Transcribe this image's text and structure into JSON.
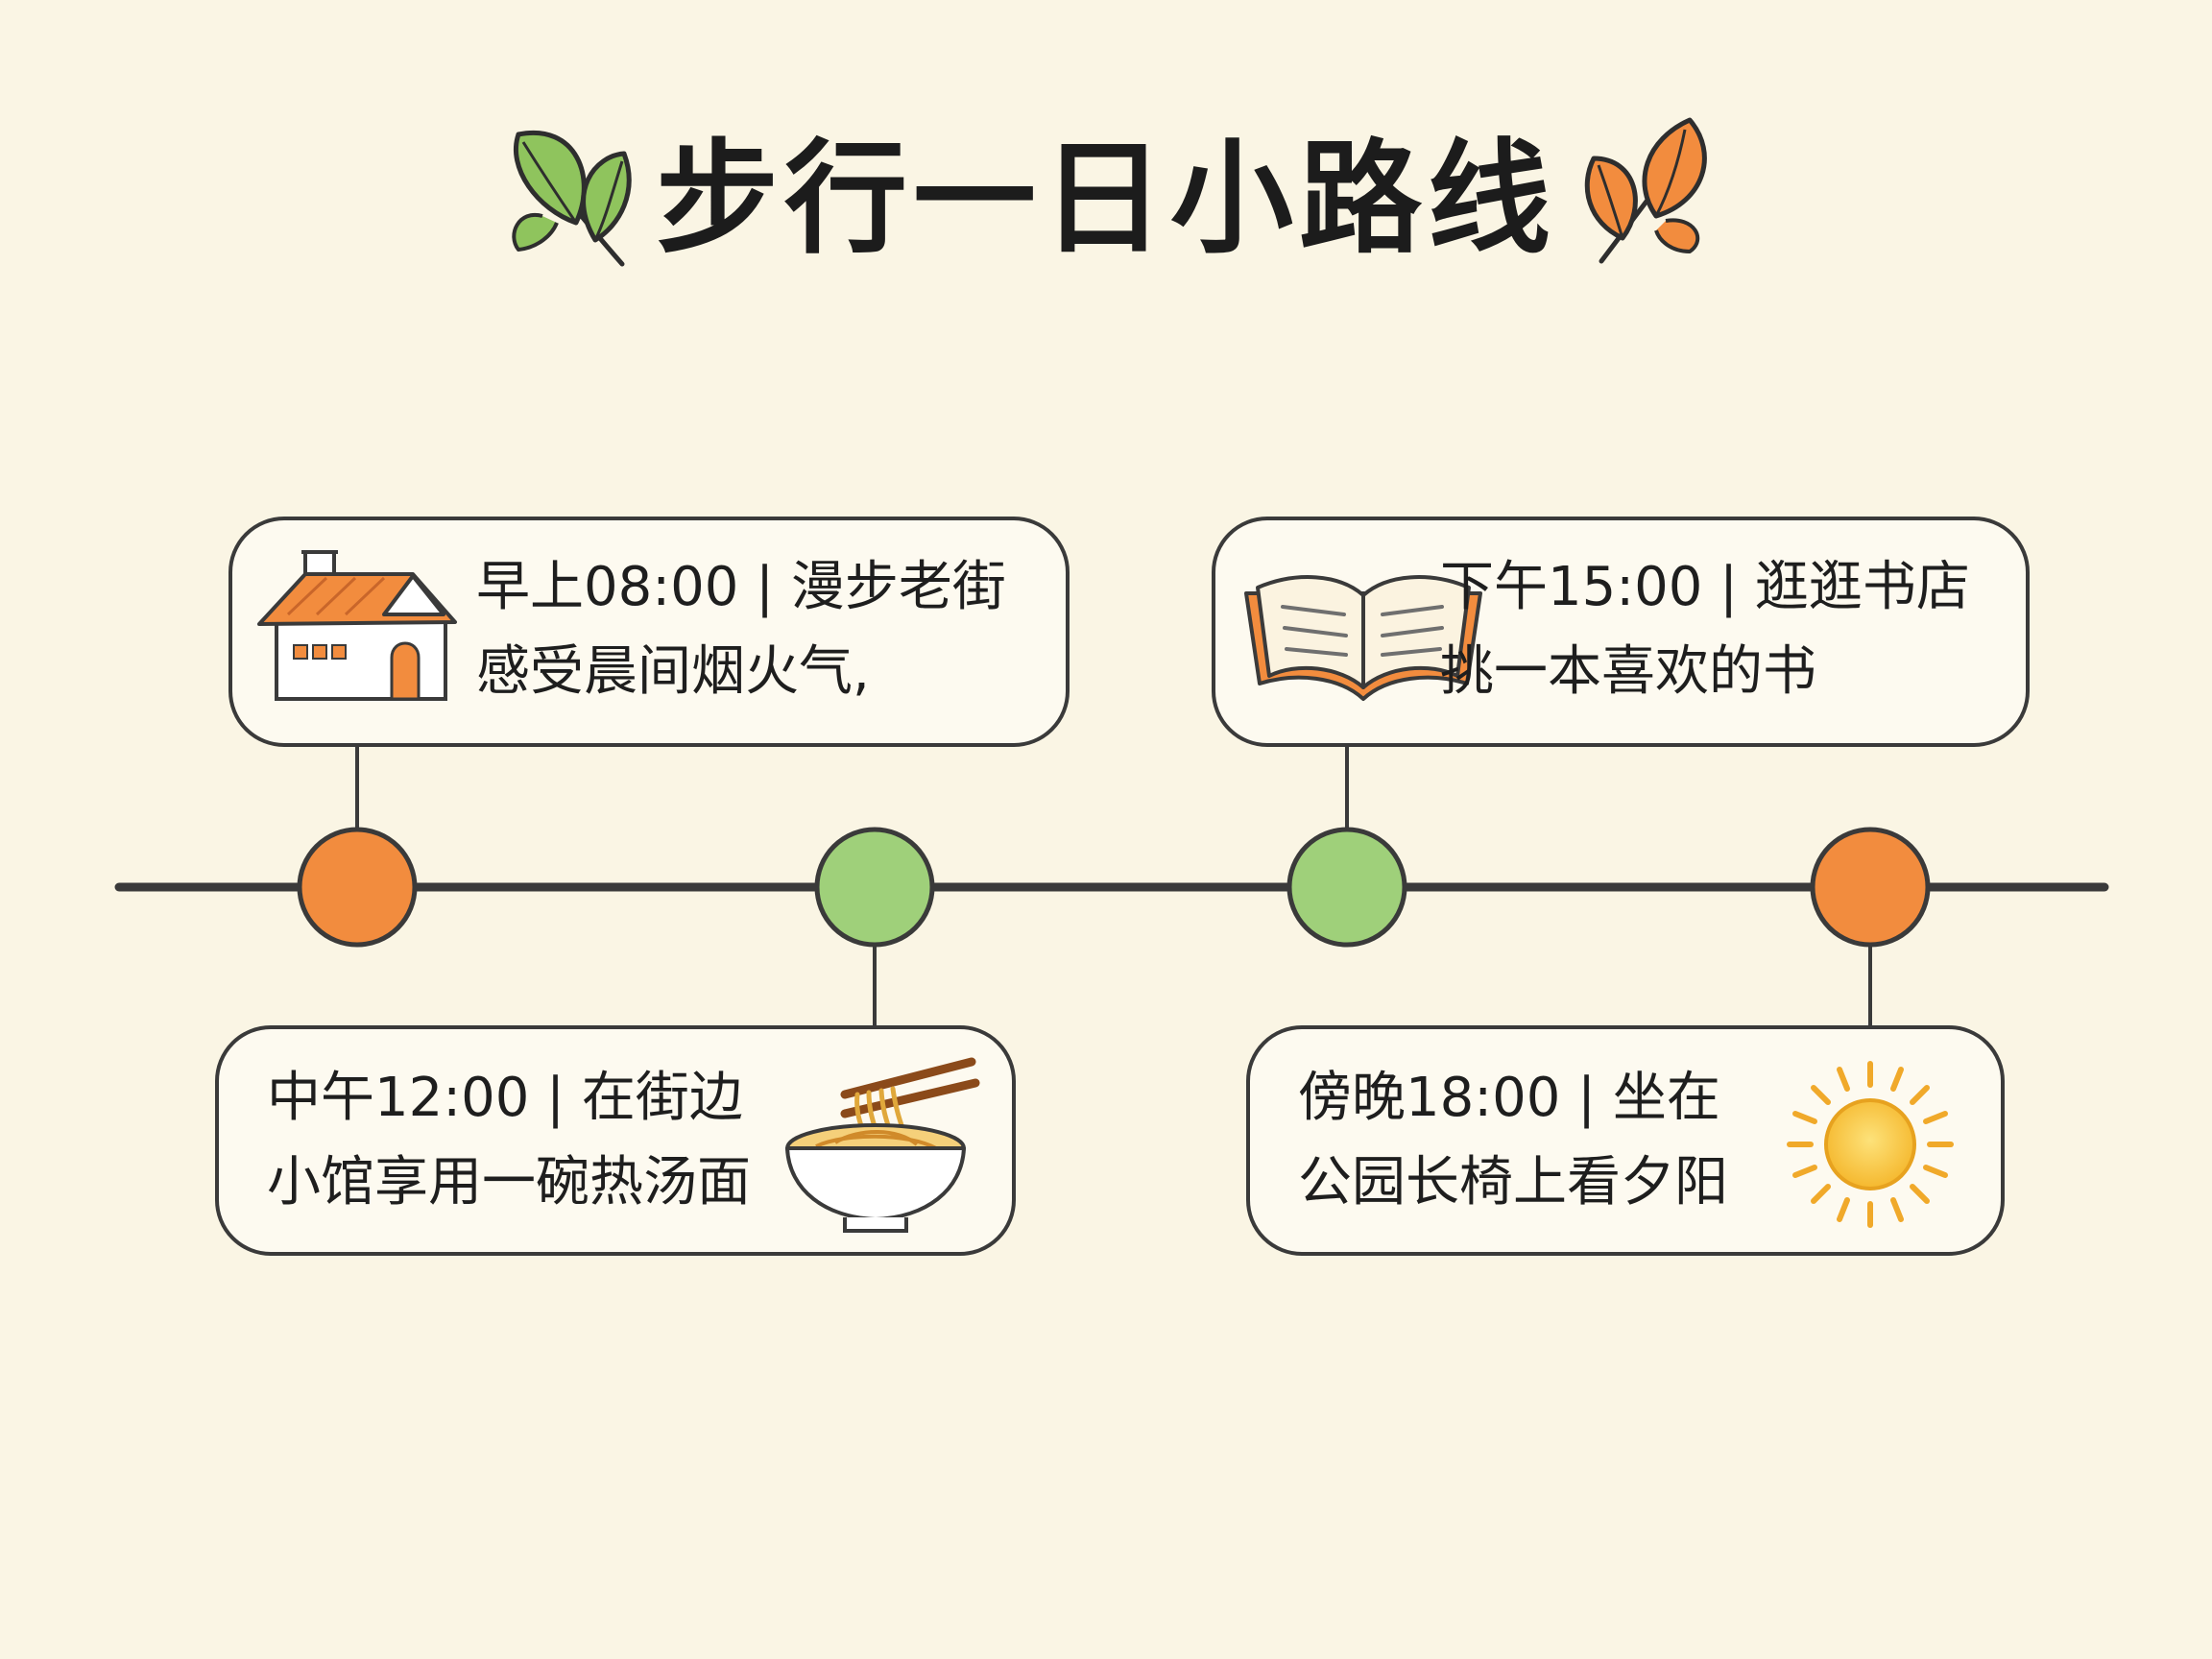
{
  "title": "步行一日小路线",
  "colors": {
    "background": "#faf5e4",
    "line": "#3a3a3a",
    "orange": "#f28c3e",
    "green": "#9fd07a",
    "sun": "#f6c63b"
  },
  "stops": [
    {
      "line1": "早上08:00 | 漫步老街",
      "line2": "感受晨间烟火气,",
      "icon": "house-icon",
      "dot_color": "orange"
    },
    {
      "line1": "中午12:00 | 在街边",
      "line2": "小馆享用一碗热汤面",
      "icon": "noodle-bowl-icon",
      "dot_color": "green"
    },
    {
      "line1": "下午15:00 | 逛逛书店",
      "line2": "挑一本喜欢的书",
      "icon": "open-book-icon",
      "dot_color": "green"
    },
    {
      "line1": "傍晚18:00 | 坐在",
      "line2": "公园长椅上看夕阳",
      "icon": "sun-icon",
      "dot_color": "orange"
    }
  ],
  "decorations": {
    "left": "green-leaf-icon",
    "right": "orange-leaf-icon"
  }
}
